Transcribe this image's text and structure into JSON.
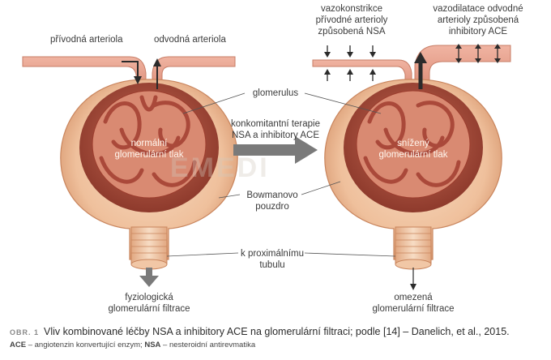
{
  "labels": {
    "afferent_left": "přívodná arteriola",
    "efferent_left": "odvodná arteriola",
    "vasoconstriction": [
      "vazokonstrikce",
      "přívodné arterioly",
      "způsobená NSA"
    ],
    "vasodilation": [
      "vazodilatace odvodné",
      "arterioly způsobená",
      "inhibitory ACE"
    ],
    "glomerulus": "glomerulus",
    "therapy": [
      "konkomitantní terapie",
      "NSA a inhibitory ACE"
    ],
    "normal_pressure": [
      "normální",
      "glomerulární tlak"
    ],
    "reduced_pressure": [
      "snížený",
      "glomerulární tlak"
    ],
    "bowman": [
      "Bowmanovo",
      "pouzdro"
    ],
    "tubule": [
      "k proximálnímu",
      "tubulu"
    ],
    "physiological": [
      "fyziologická",
      "glomerulární filtrace"
    ],
    "reduced_filtration": [
      "omezená",
      "glomerulární filtrace"
    ],
    "watermark": "EMEDI"
  },
  "caption": {
    "prefix": "OBR. 1",
    "text": "Vliv kombinované léčby NSA a inhibitory ACE na glomerulární filtraci; podle [14] – Danelich, et al., 2015."
  },
  "footnote": {
    "abbr1": "ACE",
    "def1": " – angiotenzin konvertující enzym; ",
    "abbr2": "NSA",
    "def2": " – nesteroidní antirevmatika"
  },
  "colors": {
    "capsule_outer": "#e9b48f",
    "capsule_inner": "#f6d7bd",
    "capillary": "#b24a3b",
    "vessel": "#e39a86",
    "arrow_grey": "#7a7a7a"
  }
}
